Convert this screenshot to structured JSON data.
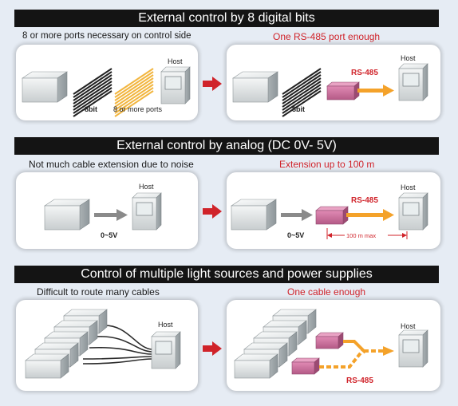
{
  "sections": [
    {
      "title": "External control by 8 digital bits",
      "left_caption": "8 or more ports necessary on control side",
      "right_caption": "One RS-485 port enough",
      "left_labels": {
        "bits": "8bit",
        "ports": "8 or more ports",
        "host": "Host"
      },
      "right_labels": {
        "bits": "8bit",
        "protocol": "RS-485",
        "host": "Host"
      }
    },
    {
      "title": "External control by analog (DC 0V- 5V)",
      "left_caption": "Not much cable extension due to noise",
      "right_caption": "Extension up to 100 m",
      "left_labels": {
        "voltage": "0~5V",
        "host": "Host"
      },
      "right_labels": {
        "voltage": "0~5V",
        "protocol": "RS-485",
        "host": "Host",
        "distance": "100 m max"
      }
    },
    {
      "title": "Control of multiple light sources and power supplies",
      "left_caption": "Difficult to route many cables",
      "right_caption": "One cable enough",
      "left_labels": {
        "host": "Host"
      },
      "right_labels": {
        "host": "Host",
        "protocol": "RS-485"
      }
    }
  ],
  "colors": {
    "accent_red": "#d0232a",
    "arrow_orange": "#f4a22a",
    "converter": "#c86e9a",
    "title_bar": "#141414"
  }
}
